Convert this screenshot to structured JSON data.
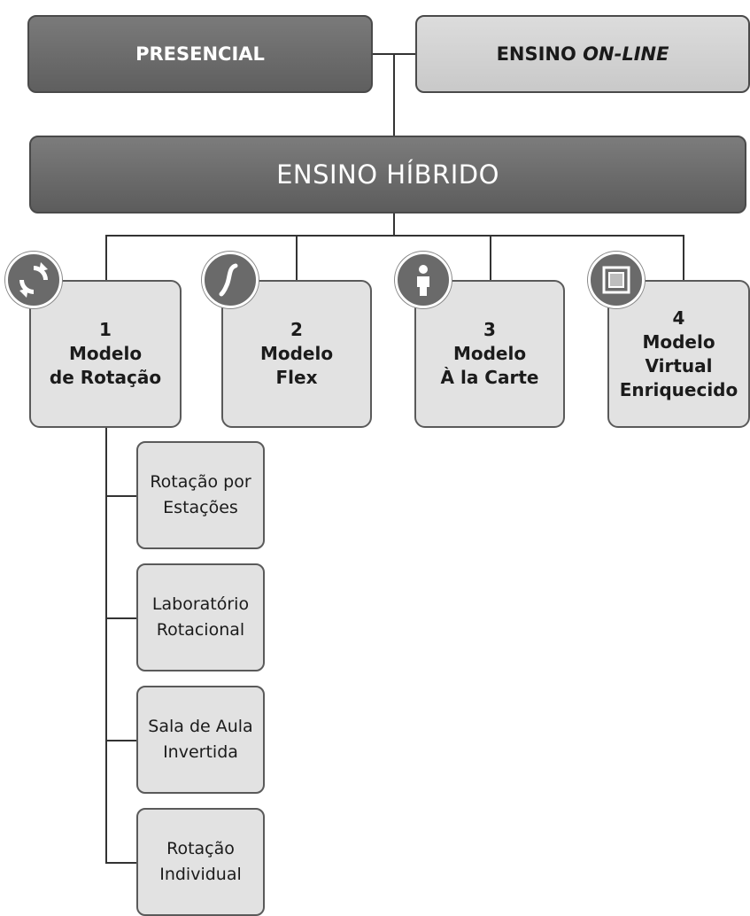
{
  "top": {
    "presencial": "PRESENCIAL",
    "online_prefix": "ENSINO ",
    "online_italic": "ON-LINE"
  },
  "hybrid": {
    "label": "ENSINO HÍBRIDO"
  },
  "models": [
    {
      "number": "1",
      "line1": "Modelo",
      "line2": "de Rotação",
      "line3": "",
      "icon": "rotation-icon"
    },
    {
      "number": "2",
      "line1": "Modelo",
      "line2": "Flex",
      "line3": "",
      "icon": "flex-icon"
    },
    {
      "number": "3",
      "line1": "Modelo",
      "line2": "À la Carte",
      "line3": "",
      "icon": "person-icon"
    },
    {
      "number": "4",
      "line1": "Modelo",
      "line2": "Virtual",
      "line3": "Enriquecido",
      "icon": "squares-icon"
    }
  ],
  "rotation_submodels": [
    {
      "line1": "Rotação por",
      "line2": "Estações"
    },
    {
      "line1": "Laboratório",
      "line2": "Rotacional"
    },
    {
      "line1": "Sala de Aula",
      "line2": "Invertida"
    },
    {
      "line1": "Rotação",
      "line2": "Individual"
    }
  ]
}
